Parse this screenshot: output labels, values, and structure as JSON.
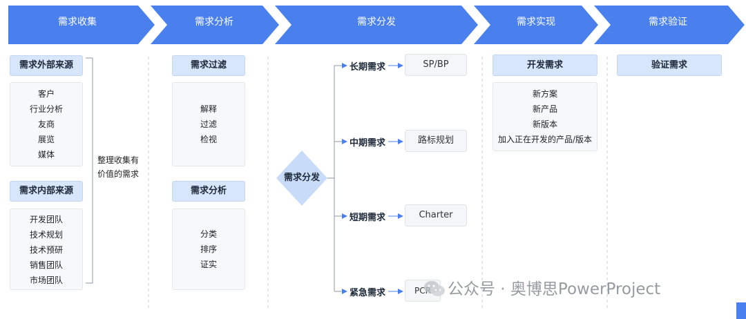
{
  "header": {
    "stages": [
      "需求收集",
      "需求分析",
      "需求分发",
      "需求实现",
      "需求验证"
    ],
    "color": "#4a80ee"
  },
  "collect": {
    "external": {
      "title": "需求外部来源",
      "items": [
        "客户",
        "行业分析",
        "友商",
        "展览",
        "媒体"
      ]
    },
    "internal": {
      "title": "需求内部来源",
      "items": [
        "开发团队",
        "技术规划",
        "技术预研",
        "销售团队",
        "市场团队"
      ]
    },
    "note": [
      "整理收集有",
      "价值的需求"
    ]
  },
  "analyze": {
    "filter": {
      "title": "需求过滤",
      "items": [
        "解释",
        "过滤",
        "检视"
      ]
    },
    "analysis": {
      "title": "需求分析",
      "items": [
        "分类",
        "排序",
        "证实"
      ]
    }
  },
  "distribute": {
    "hub": "需求分发",
    "rows": [
      {
        "category": "长期需求",
        "output": "SP/BP"
      },
      {
        "category": "中期需求",
        "output": "路标规划"
      },
      {
        "category": "短期需求",
        "output": "Charter"
      },
      {
        "category": "紧急需求",
        "output": "PCR"
      }
    ]
  },
  "implement": {
    "title": "开发需求",
    "items": [
      "新方案",
      "新产品",
      "新版本",
      "加入正在开发的产品/版本"
    ]
  },
  "verify": {
    "title": "验证需求"
  },
  "watermark": {
    "text": "公众号 · 奥博思PowerProject",
    "icon": "wechat-icon"
  }
}
